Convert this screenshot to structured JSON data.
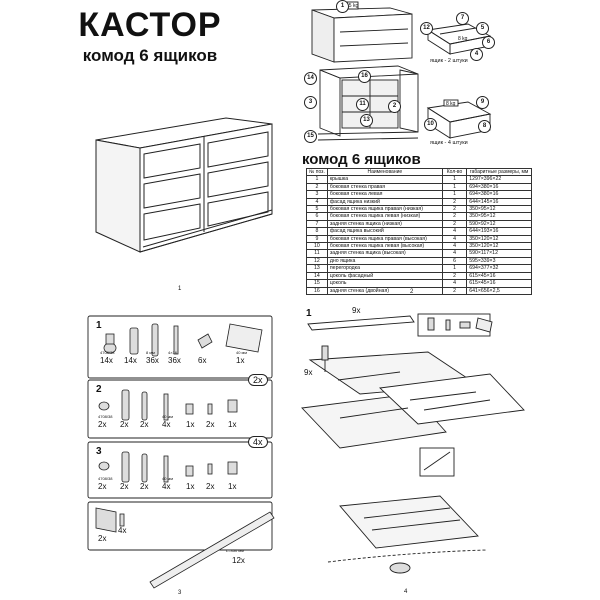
{
  "panel1": {
    "title": "КАСТОР",
    "subtitle": "комод 6 ящиков",
    "page_number": "1"
  },
  "panel2": {
    "page_number": "2",
    "top_weight_label": "15 kg",
    "drawer_weight_label": "8 kg",
    "drawer_weight_label2": "8 kg",
    "caption_top_drawer": "ящик - 2 штуки",
    "caption_bottom_drawer": "ящик - 4 штуки",
    "callouts": [
      "1",
      "12",
      "7",
      "5",
      "6",
      "4",
      "16",
      "14",
      "3",
      "11",
      "2",
      "13",
      "15",
      "10",
      "9",
      "8"
    ],
    "table_title": "комод 6 ящиков",
    "table": {
      "headers": [
        "№ поз.",
        "Наименование",
        "Кол-во",
        "габаритные размеры, мм"
      ],
      "rows": [
        [
          "1",
          "крышка",
          "1",
          "1297×396×22"
        ],
        [
          "2",
          "боковая стенка правая",
          "1",
          "694×380×16"
        ],
        [
          "3",
          "боковая стенка левая",
          "1",
          "694×380×16"
        ],
        [
          "4",
          "фасад ящика низкий",
          "2",
          "644×145×16"
        ],
        [
          "5",
          "боковая стенка ящика правая (низкая)",
          "2",
          "350×95×12"
        ],
        [
          "6",
          "боковая стенка ящика левая (низкая)",
          "2",
          "350×95×12"
        ],
        [
          "7",
          "задняя стенка ящика (низкая)",
          "2",
          "590×92×12"
        ],
        [
          "8",
          "фасад ящика высокий",
          "4",
          "644×193×16"
        ],
        [
          "9",
          "боковая стенка ящика правая (высокая)",
          "4",
          "350×120×12"
        ],
        [
          "10",
          "боковая стенка ящика левая (высокая)",
          "4",
          "350×120×12"
        ],
        [
          "11",
          "задняя стенка ящика (высокая)",
          "4",
          "590×117×12"
        ],
        [
          "12",
          "дно ящика",
          "6",
          "595×339×3"
        ],
        [
          "13",
          "перегородка",
          "1",
          "694×377×32"
        ],
        [
          "14",
          "цоколь фасадный",
          "2",
          "615×45×16"
        ],
        [
          "15",
          "цоколь",
          "4",
          "615×45×16"
        ],
        [
          "16",
          "задняя стенка (двойная)",
          "2",
          "641×656×2,5"
        ]
      ]
    }
  },
  "panel3": {
    "page_number": "3",
    "kit1": {
      "step": "1",
      "qty": [
        "14x",
        "14x",
        "36x",
        "36x",
        "6x",
        "1x"
      ],
      "codes": [
        "4708/38",
        "",
        "8 мм",
        "4×16",
        "",
        "40 мм"
      ]
    },
    "kit2": {
      "step": "2",
      "box_count": "2x",
      "qty": [
        "2x",
        "2x",
        "2x",
        "4x",
        "1x",
        "2x",
        "1x"
      ],
      "codes": [
        "4708/38",
        "",
        "",
        "40 мм",
        "",
        "",
        ""
      ]
    },
    "kit3": {
      "step": "3",
      "box_count": "4x",
      "qty": [
        "2x",
        "2x",
        "2x",
        "4x",
        "1x",
        "2x",
        "1x"
      ],
      "codes": [
        "4708/38",
        "",
        "",
        "40 мм",
        "",
        "",
        ""
      ]
    },
    "kit4": {
      "qty_bracket": "2x",
      "qty_screw": "4x",
      "qty_runner": "12x",
      "code_runner": "L=350 мм"
    }
  },
  "panel4": {
    "page_number": "4",
    "step_label": "1",
    "qty_top": "9x",
    "qty_side": "9x"
  }
}
